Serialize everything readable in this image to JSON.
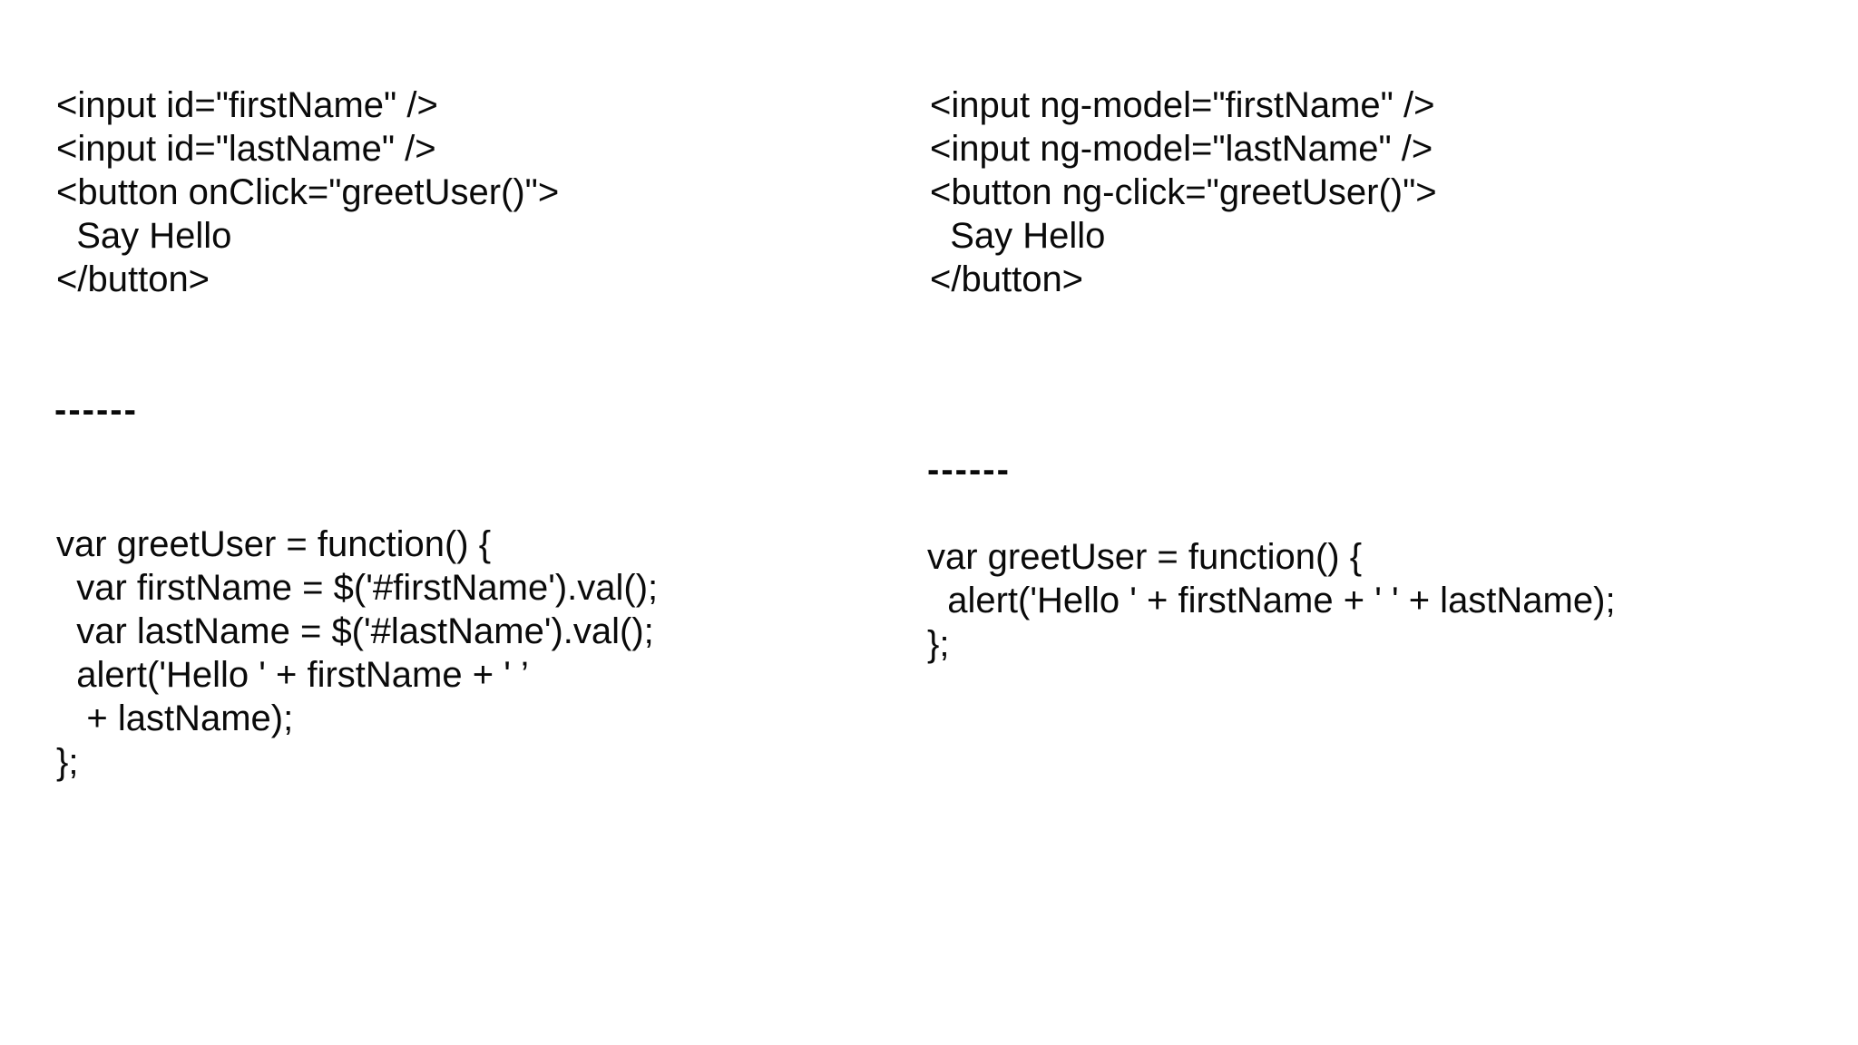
{
  "slide": {
    "background_color": "#ffffff",
    "text_color": "#0a0a0a",
    "left_column": {
      "html_block": "<input id=\"firstName\" />\n<input id=\"lastName\" />\n<button onClick=\"greetUser()\">\n  Say Hello\n</button>",
      "divider": "------",
      "js_block": "var greetUser = function() {\n  var firstName = $('#firstName').val();\n  var lastName = $('#lastName').val();\n  alert('Hello ' + firstName + ' ’\n   + lastName);\n};"
    },
    "right_column": {
      "html_block": "<input ng-model=\"firstName\" />\n<input ng-model=\"lastName\" />\n<button ng-click=\"greetUser()\">\n  Say Hello\n</button>",
      "divider": "------",
      "js_block": "var greetUser = function() {\n  alert('Hello ' + firstName + ' ' + lastName);\n};"
    }
  }
}
